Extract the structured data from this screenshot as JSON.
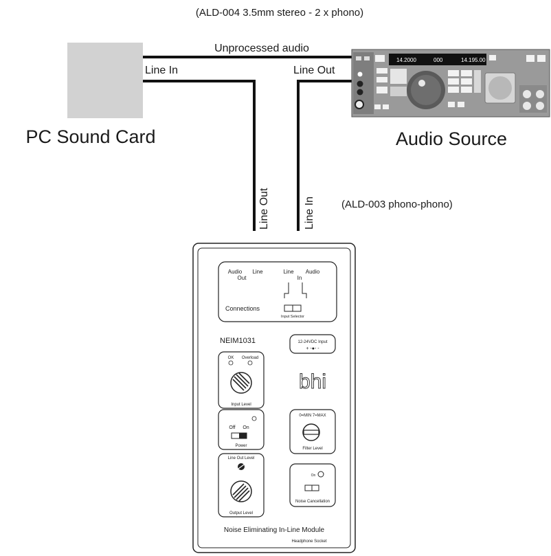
{
  "header": {
    "cable_top": "(ALD-004 3.5mm stereo - 2 x phono)"
  },
  "wiring": {
    "unprocessed": "Unprocessed audio",
    "line_in_pc": "Line In",
    "line_out_src": "Line Out",
    "line_out_vertical": "Line Out",
    "line_in_vertical": "Line In",
    "cable_mid": "(ALD-003 phono-phono)"
  },
  "pc": {
    "label": "PC Sound Card"
  },
  "source": {
    "label": "Audio Source",
    "display_freq_a": "14.2000",
    "display_mid": "000",
    "display_freq_b": "14.195.00"
  },
  "module": {
    "conn_audio_out": "Audio",
    "conn_audio_out2": "Out",
    "conn_line_out": "Line",
    "conn_line_in": "Line",
    "conn_in": "In",
    "conn_audio_in": "Audio",
    "connections": "Connections",
    "input_selector": "Input Selector",
    "model": "NEIM1031",
    "dc_input": "12-24VDC Input",
    "dc_polarity": "+ -●- -",
    "ok": "OK",
    "overload": "Overload",
    "input_level": "Input Level",
    "brand": "bhi",
    "off": "Off",
    "on": "On",
    "power": "Power",
    "filter_range": "0=MIN   7=MAX",
    "filter_level": "Filter Level",
    "line_out_level": "Line Out Level",
    "output_level": "Output Level",
    "nc_on": "On",
    "noise_cancellation": "Noise Cancellation",
    "footer_title": "Noise Eliminating In-Line Module",
    "headphone_socket": "Headphone Socket"
  }
}
